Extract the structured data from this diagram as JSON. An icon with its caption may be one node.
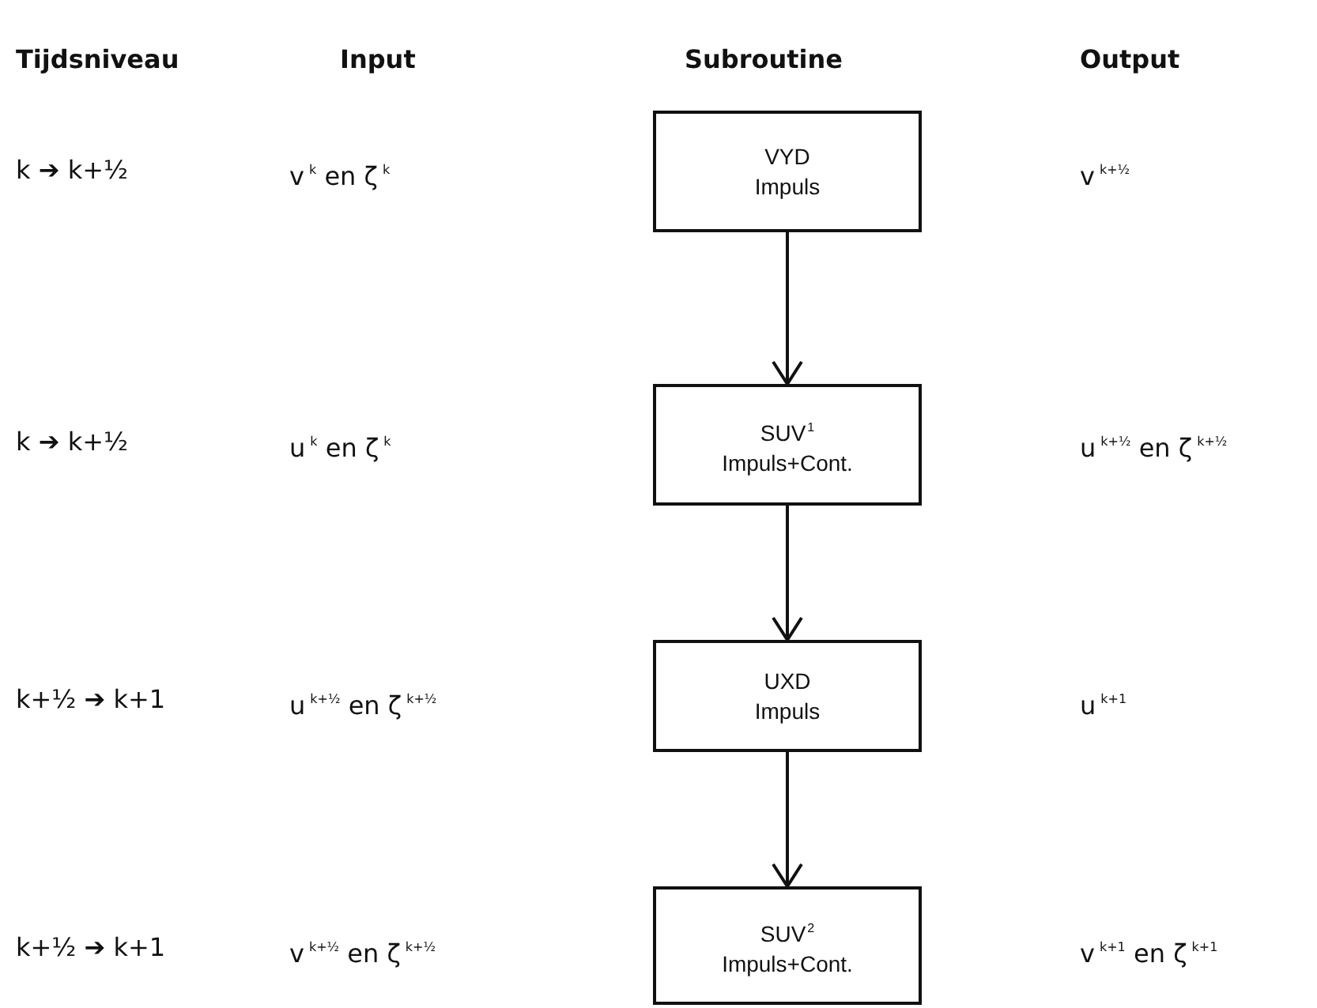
{
  "diagram": {
    "nodes": [
      {
        "text": [
          "VYD",
          "Impuls"
        ]
      },
      {
        "text": [
          "SUV$^{1}$",
          "Impuls+Cont."
        ]
      },
      {
        "text": [
          "UXD",
          "Impuls"
        ]
      },
      {
        "text": [
          "SUV$^{2}$",
          "Impuls+Cont."
        ]
      }
    ],
    "edges": [
      {
        "from": 0,
        "to": 1,
        "arrow": "to"
      },
      {
        "from": 1,
        "to": 2,
        "arrow": "to"
      },
      {
        "from": 2,
        "to": 3,
        "arrow": "to"
      }
    ],
    "labels": [
      "Tijdsniveau",
      "Input",
      "Subroutine",
      "Output",
      "k ➔ k+½",
      "v$^{k}$ en ζ$^{k}$",
      "v$^{k+½}$",
      "k ➔ k+½",
      "u$^{k}$ en ζ$^{k}$",
      "u$^{k+½}$ en ζ$^{k+½}$",
      "k+½ ➔ k+1",
      "u$^{k+½}$ en ζ$^{k+½}$",
      "u$^{k+1}$",
      "k+½ ➔ k+1",
      "v$^{k+½}$ en ζ$^{k+½}$",
      "v$^{k+1}$ en ζ$^{k+1}$"
    ]
  }
}
